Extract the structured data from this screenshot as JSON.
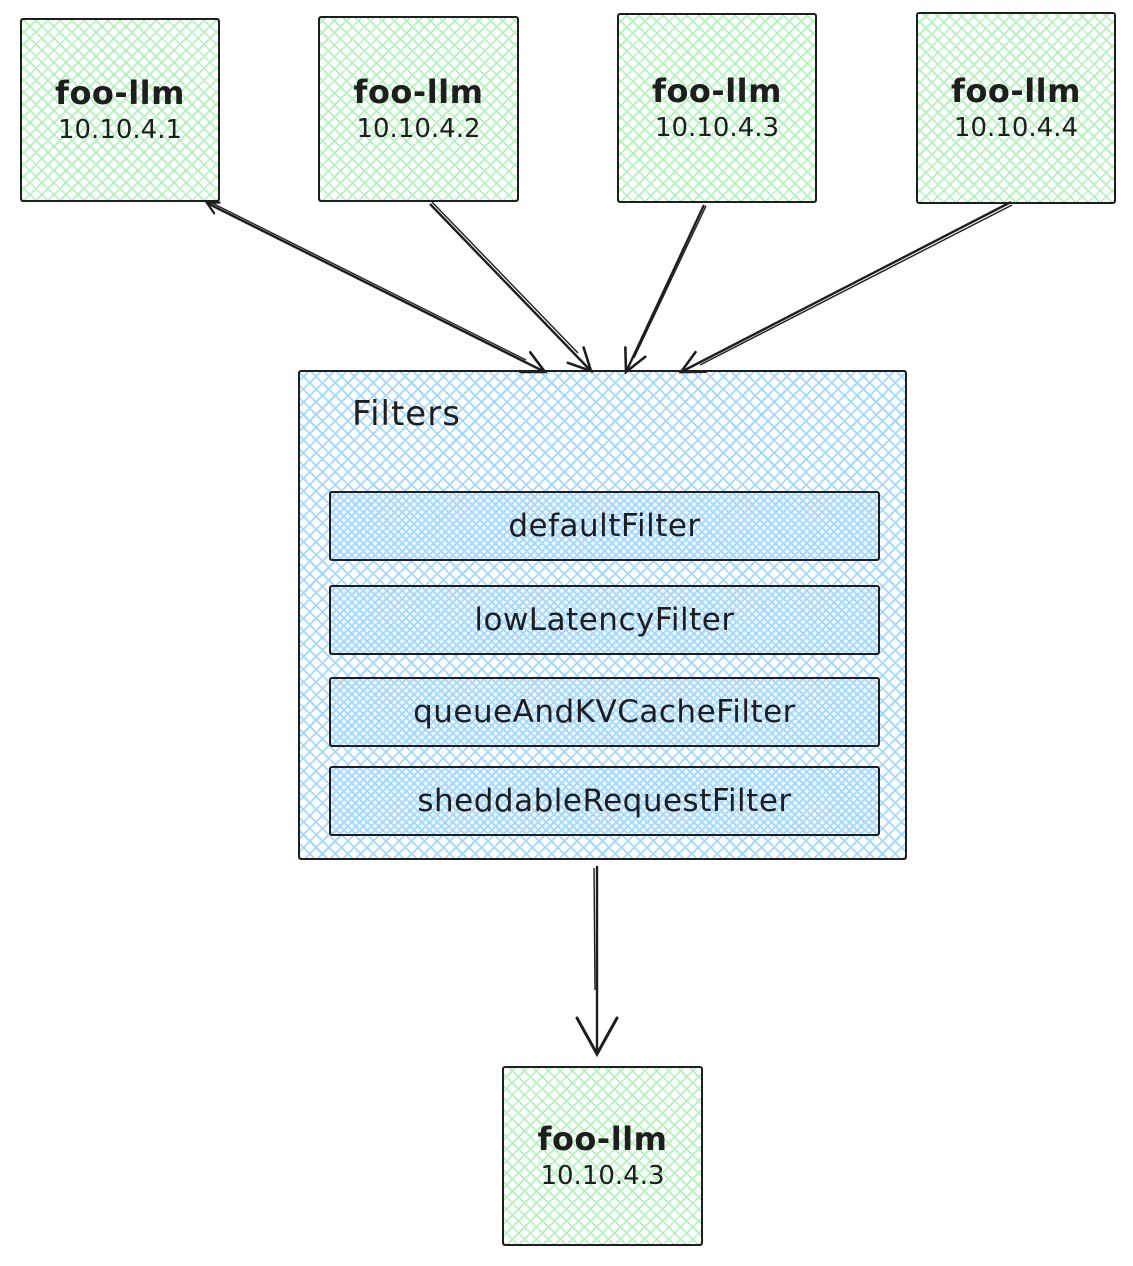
{
  "diagram": {
    "top_nodes": [
      {
        "name": "foo-llm",
        "ip": "10.10.4.1"
      },
      {
        "name": "foo-llm",
        "ip": "10.10.4.2"
      },
      {
        "name": "foo-llm",
        "ip": "10.10.4.3"
      },
      {
        "name": "foo-llm",
        "ip": "10.10.4.4"
      }
    ],
    "filters": {
      "title": "Filters",
      "items": [
        {
          "label": "defaultFilter"
        },
        {
          "label": "lowLatencyFilter"
        },
        {
          "label": "queueAndKVCacheFilter"
        },
        {
          "label": "sheddableRequestFilter"
        }
      ]
    },
    "result_node": {
      "name": "foo-llm",
      "ip": "10.10.4.3"
    },
    "colors": {
      "green_hatch": "#b2f2bb",
      "blue_hatch": "#a5d8ff",
      "stroke": "#1e1e1e",
      "background": "#ffffff"
    }
  }
}
